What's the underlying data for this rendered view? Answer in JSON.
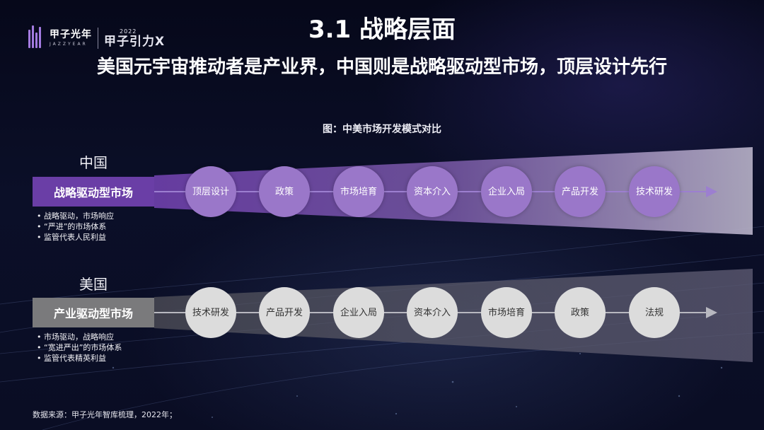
{
  "logo": {
    "name": "甲子光年",
    "tagline": "JAZZYEAR",
    "event_year": "2022",
    "event_name": "甲子引力X"
  },
  "title": "3.1 战略层面",
  "subtitle": "美国元宇宙推动者是产业界，中国则是战略驱动型市场，顶层设计先行",
  "figure_caption": "图：中美市场开发模式对比",
  "china": {
    "label": "中国",
    "type": "战略驱动型市场",
    "steps": [
      "顶层设计",
      "政策",
      "市场培育",
      "资本介入",
      "企业入局",
      "产品开发",
      "技术研发"
    ],
    "bullets": [
      "战略驱动，市场响应",
      "“严进”的市场体系",
      "监管代表人民利益"
    ],
    "color": "#6a3ea6"
  },
  "usa": {
    "label": "美国",
    "type": "产业驱动型市场",
    "steps": [
      "技术研发",
      "产品开发",
      "企业入局",
      "资本介入",
      "市场培育",
      "政策",
      "法规"
    ],
    "bullets": [
      "市场驱动，战略响应",
      "“宽进严出”的市场体系",
      "监管代表精英利益"
    ],
    "color": "#7a7a7c"
  },
  "source": "数据来源：甲子光年智库梳理，2022年；"
}
